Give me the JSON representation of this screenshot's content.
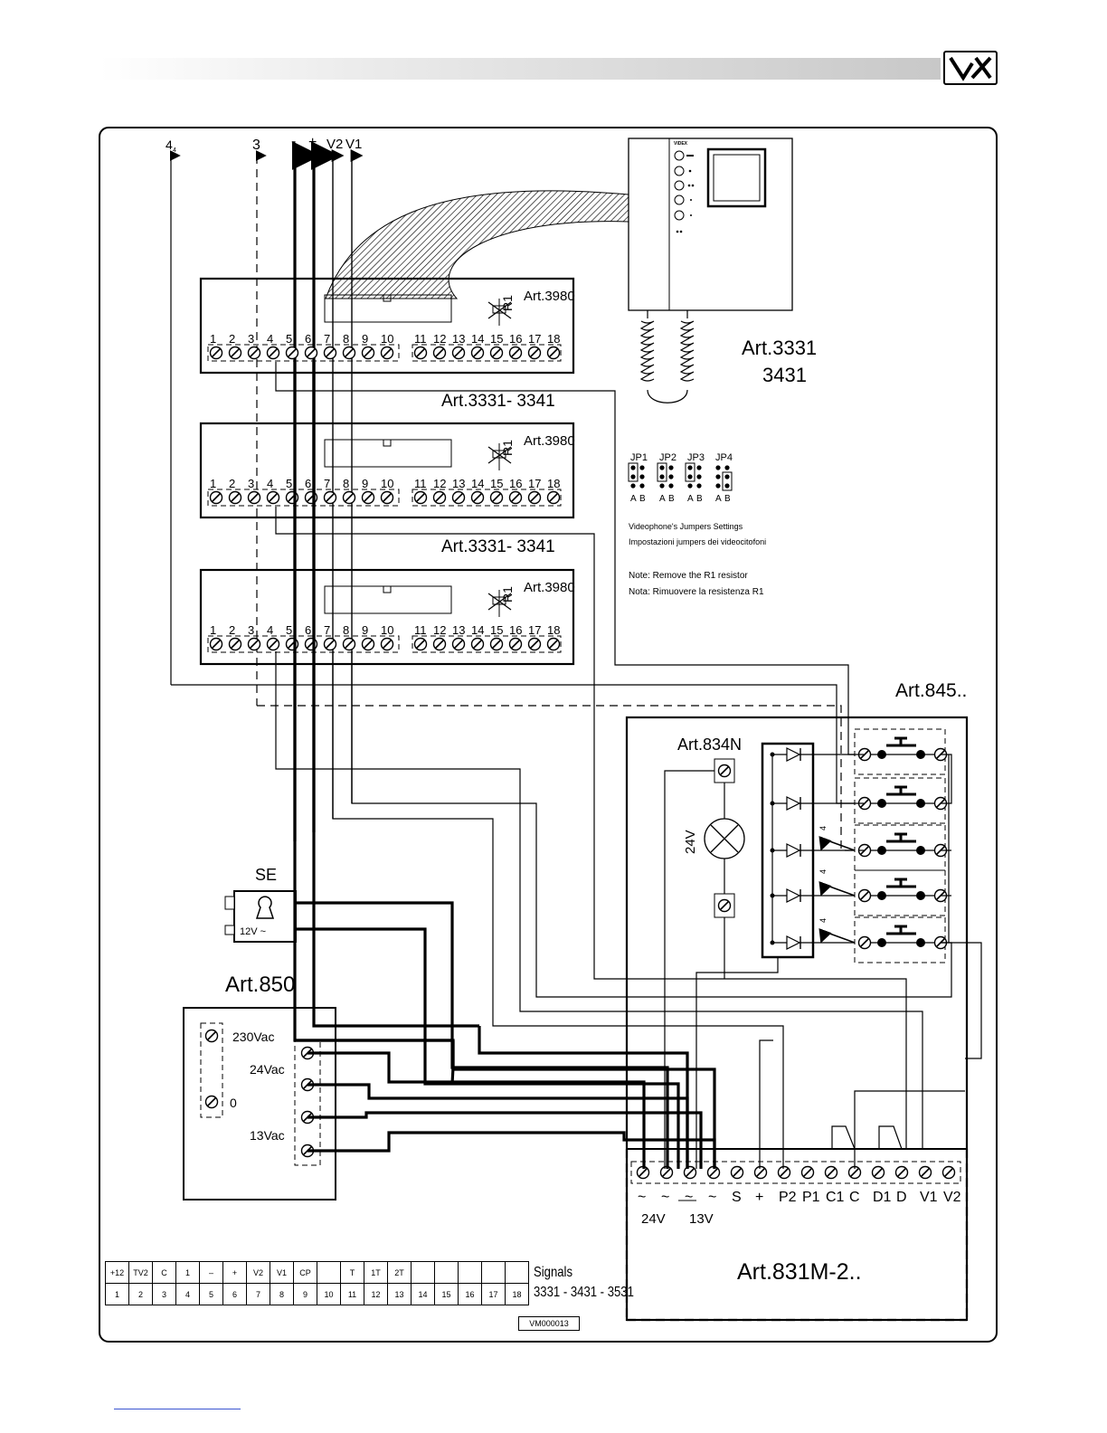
{
  "header": {
    "logo_text": "VX"
  },
  "top_labels": [
    "4",
    "3",
    "-",
    "+",
    "V2",
    "V1"
  ],
  "top_label_sub": "4",
  "monitor": {
    "brand": "VIDEX",
    "model_line1": "Art.3331",
    "model_line2": "3431"
  },
  "interface_boards": [
    {
      "art": "Art.3980",
      "resistor": "R1",
      "caption": "Art.3331- 3341"
    },
    {
      "art": "Art.3980",
      "resistor": "R1",
      "caption": "Art.3331- 3341"
    },
    {
      "art": "Art.3980",
      "resistor": "R1",
      "caption": ""
    }
  ],
  "terminal_numbers": [
    "1",
    "2",
    "3",
    "4",
    "5",
    "6",
    "7",
    "8",
    "9",
    "10",
    "11",
    "12",
    "13",
    "14",
    "15",
    "16",
    "17",
    "18"
  ],
  "jumpers": {
    "labels": [
      "JP1",
      "JP2",
      "JP3",
      "JP4"
    ],
    "ab_labels": [
      "A",
      "B",
      "A",
      "B",
      "A",
      "B",
      "A",
      "B"
    ],
    "caption_en": "Videophone's Jumpers Settings",
    "caption_it": "Impostazioni jumpers dei videocitofoni"
  },
  "notes": {
    "en": "Note: Remove the R1 resistor",
    "it": "Nota: Rimuovere la resistenza R1"
  },
  "push_button_panel": {
    "label": "Art.845.."
  },
  "light_unit": {
    "label": "Art.834N",
    "voltage": "24V"
  },
  "diode_labels": [
    "4",
    "4",
    "4"
  ],
  "lock": {
    "label": "SE",
    "voltage": "12V ~"
  },
  "transformer": {
    "label": "Art.850",
    "terminals": [
      "230Vac",
      "0",
      "24Vac",
      "13Vac"
    ]
  },
  "amplifier": {
    "label": "Art.831M-2..",
    "terminal_labels": [
      "~",
      "~",
      "~",
      "~",
      "S",
      "+",
      "P2",
      "P1",
      "C1",
      "C",
      "D1",
      "D",
      "V1",
      "V2"
    ],
    "group_labels": [
      "24V",
      "13V"
    ]
  },
  "signals_table": {
    "signals": [
      "+12",
      "TV2",
      "C",
      "1",
      "–",
      "+",
      "V2",
      "V1",
      "CP",
      "",
      "T",
      "1T",
      "2T",
      "",
      "",
      "",
      "",
      ""
    ],
    "numbers": [
      "1",
      "2",
      "3",
      "4",
      "5",
      "6",
      "7",
      "8",
      "9",
      "10",
      "11",
      "12",
      "13",
      "14",
      "15",
      "16",
      "17",
      "18"
    ],
    "label_line1": "Signals",
    "label_line2": "3331 - 3431 - 3531"
  },
  "drawing_code": "VM000013"
}
